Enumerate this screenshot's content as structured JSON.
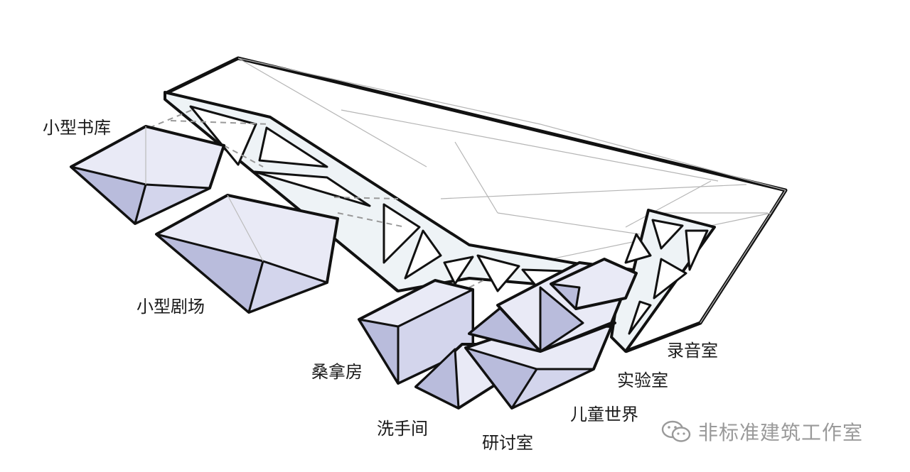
{
  "labels": {
    "small_library": "小型书库",
    "small_theater": "小型剧场",
    "sauna": "桑拿房",
    "washroom": "洗手间",
    "seminar_room": "研讨室",
    "children_world": "儿童世界",
    "laboratory": "实验室",
    "recording_room": "录音室"
  },
  "watermark": {
    "text": "非标准建筑工作室",
    "icon": "wechat-icon"
  },
  "colors": {
    "box_fill": "#e9eaf6",
    "box_face_dark": "#b9bcdc",
    "box_face_mid": "#d3d5ec",
    "truss_fill": "#eef3f6",
    "outline": "#111111",
    "hidden_lines": "#9a9a9a"
  }
}
